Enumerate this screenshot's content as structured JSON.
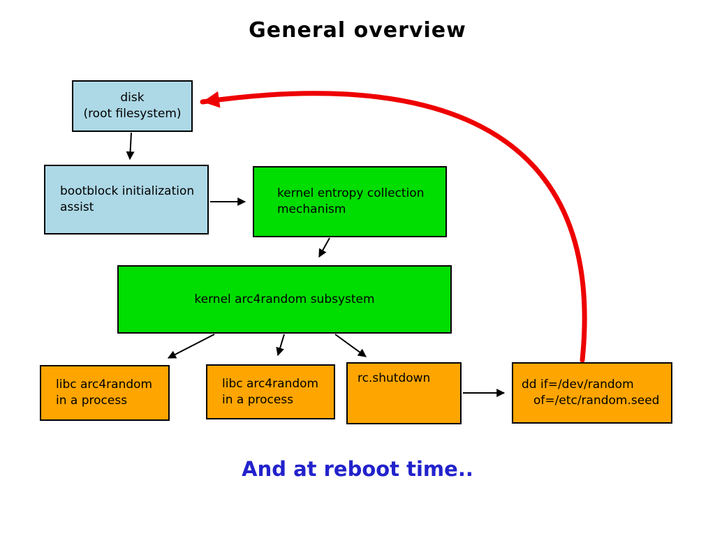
{
  "slide": {
    "title": "General overview",
    "footer_note": "And at reboot time.."
  },
  "colors": {
    "box-blue": "#add8e6",
    "box-green": "#00dd00",
    "box-orange": "#ffa500",
    "arrow-red": "#ee0000",
    "arrow-black": "#000000",
    "note-blue": "#2222cc"
  },
  "nodes": {
    "disk": {
      "line1": "disk",
      "line2": "(root filesystem)"
    },
    "bootblock": {
      "line1": "bootblock initialization",
      "line2": "assist"
    },
    "entropy": {
      "line1": "kernel entropy collection",
      "line2": "mechanism"
    },
    "arc4": {
      "line1": "kernel arc4random subsystem"
    },
    "libc1": {
      "line1": "libc arc4random",
      "line2": "in a process"
    },
    "libc2": {
      "line1": "libc arc4random",
      "line2": "in a process"
    },
    "rcshutdown": {
      "line1": "rc.shutdown"
    },
    "dd": {
      "line1": "dd if=/dev/random",
      "line2": "of=/etc/random.seed"
    }
  },
  "edges": [
    {
      "from": "disk",
      "to": "bootblock",
      "color": "black"
    },
    {
      "from": "bootblock",
      "to": "entropy",
      "color": "black"
    },
    {
      "from": "entropy",
      "to": "arc4",
      "color": "black"
    },
    {
      "from": "arc4",
      "to": "libc1",
      "color": "black"
    },
    {
      "from": "arc4",
      "to": "libc2",
      "color": "black"
    },
    {
      "from": "arc4",
      "to": "rcshutdown",
      "color": "black"
    },
    {
      "from": "rcshutdown",
      "to": "dd",
      "color": "black"
    },
    {
      "from": "dd",
      "to": "disk",
      "color": "red"
    }
  ]
}
